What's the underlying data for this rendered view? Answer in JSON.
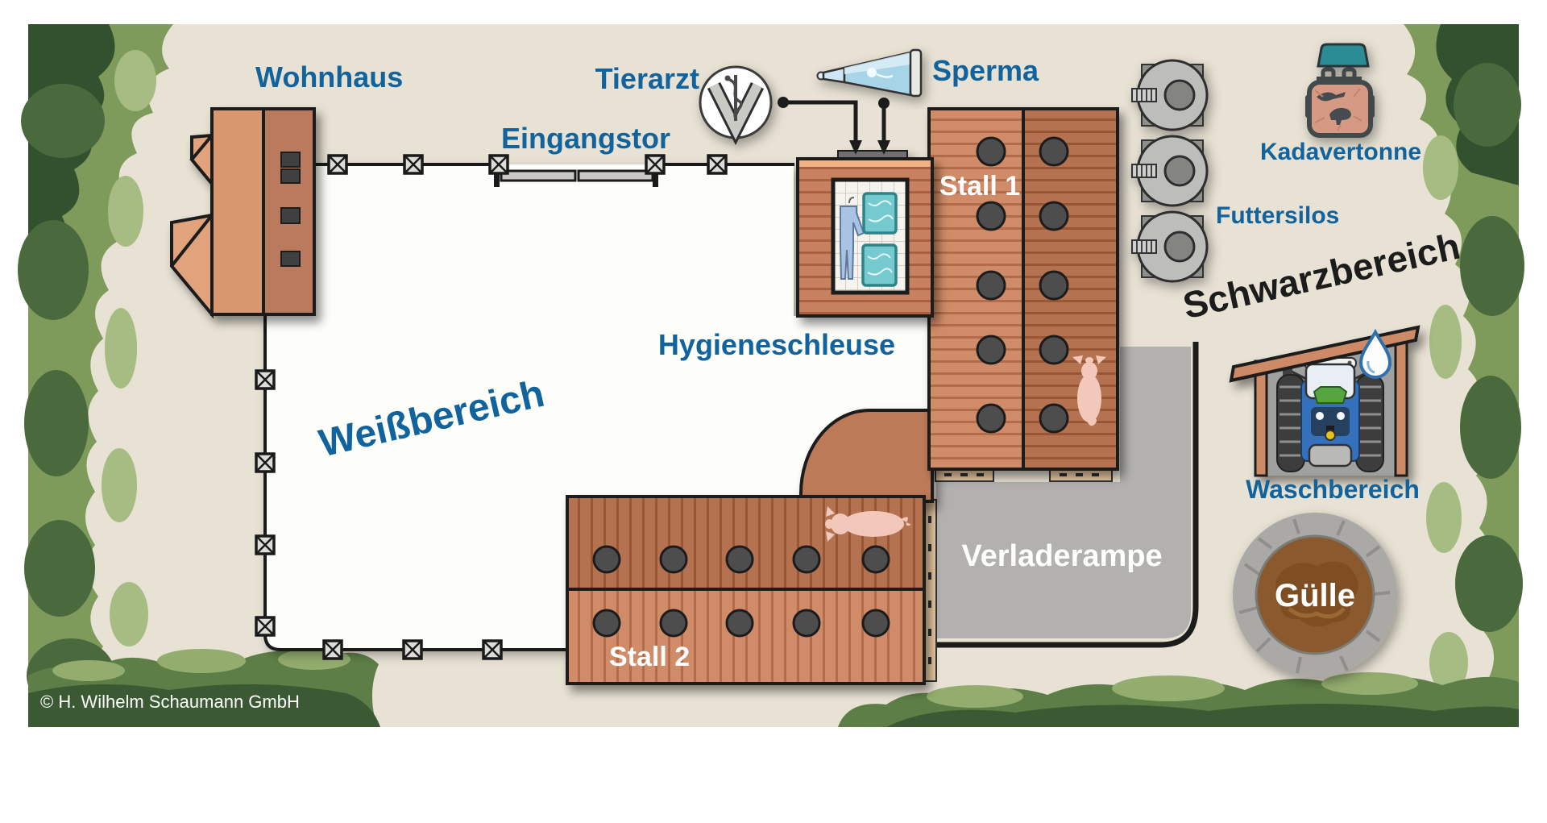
{
  "diagram": {
    "title_context": "Farm biosecurity zone plan",
    "copyright": "© H. Wilhelm Schaumann GmbH",
    "zones": {
      "white_zone": "Weißbereich",
      "black_zone": "Schwarzbereich"
    },
    "labels": {
      "wohnhaus": "Wohnhaus",
      "eingangstor": "Eingangstor",
      "tierarzt": "Tierarzt",
      "sperma": "Sperma",
      "hygieneschleuse": "Hygieneschleuse",
      "stall1": "Stall 1",
      "stall2": "Stall 2",
      "verladerampe": "Verladerampe",
      "futtersilos": "Futtersilos",
      "kadavertonne": "Kadavertonne",
      "waschbereich": "Waschbereich",
      "guelle": "Gülle"
    },
    "icons": [
      "veterinary-v-staff-icon",
      "semen-tube-icon",
      "water-drop-icon",
      "pig-icon",
      "tractor-icon",
      "carcass-bin-icon",
      "feed-silo-icon",
      "fence-post-icon",
      "gate-icon"
    ],
    "colors": {
      "background_beige": "#e8e2d4",
      "white_area": "#fdfdf9",
      "label_blue": "#11639e",
      "building_light": "#d08c68",
      "building_dark": "#b57251",
      "ramp_gray": "#b2b1ae",
      "dock_tan": "#eecda5",
      "slurry_brown": "#8a5a2e",
      "stone_gray": "#aaa9a5",
      "foliage_mid": "#7f9b5b",
      "foliage_dark": "#3b5a34",
      "foliage_light": "#a6bc82",
      "lid_teal": "#2c8d95",
      "tractor_blue": "#3470bd",
      "pig_pink": "#f2c8ba"
    }
  }
}
